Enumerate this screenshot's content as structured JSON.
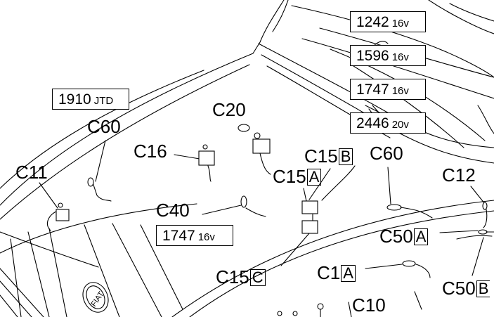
{
  "engine_labels": {
    "e1242": {
      "code": "1242",
      "suffix": "16v"
    },
    "e1596": {
      "code": "1596",
      "suffix": "16v"
    },
    "e1747top": {
      "code": "1747",
      "suffix": "16v"
    },
    "e2446": {
      "code": "2446",
      "suffix": "20v"
    },
    "e1910": {
      "code": "1910",
      "suffix": "JTD"
    },
    "e1747low": {
      "code": "1747",
      "suffix": "16v"
    }
  },
  "connectors": {
    "c20": {
      "text": "C20"
    },
    "c60_left": {
      "text": "C60"
    },
    "c16": {
      "text": "C16"
    },
    "c11": {
      "text": "C11"
    },
    "c15b": {
      "text": "C15",
      "box": "B"
    },
    "c15a": {
      "text": "C15",
      "box": "A"
    },
    "c60_right": {
      "text": "C60"
    },
    "c12": {
      "text": "C12"
    },
    "c40": {
      "text": "C40"
    },
    "c50a": {
      "text": "C50",
      "box": "A"
    },
    "c15c": {
      "text": "C15",
      "box": "C"
    },
    "c1a": {
      "text": "C1",
      "box": "A"
    },
    "c50b": {
      "text": "C50",
      "box": "B"
    },
    "c10": {
      "text": "C10"
    }
  },
  "logo": {
    "brand": "FIAT"
  }
}
